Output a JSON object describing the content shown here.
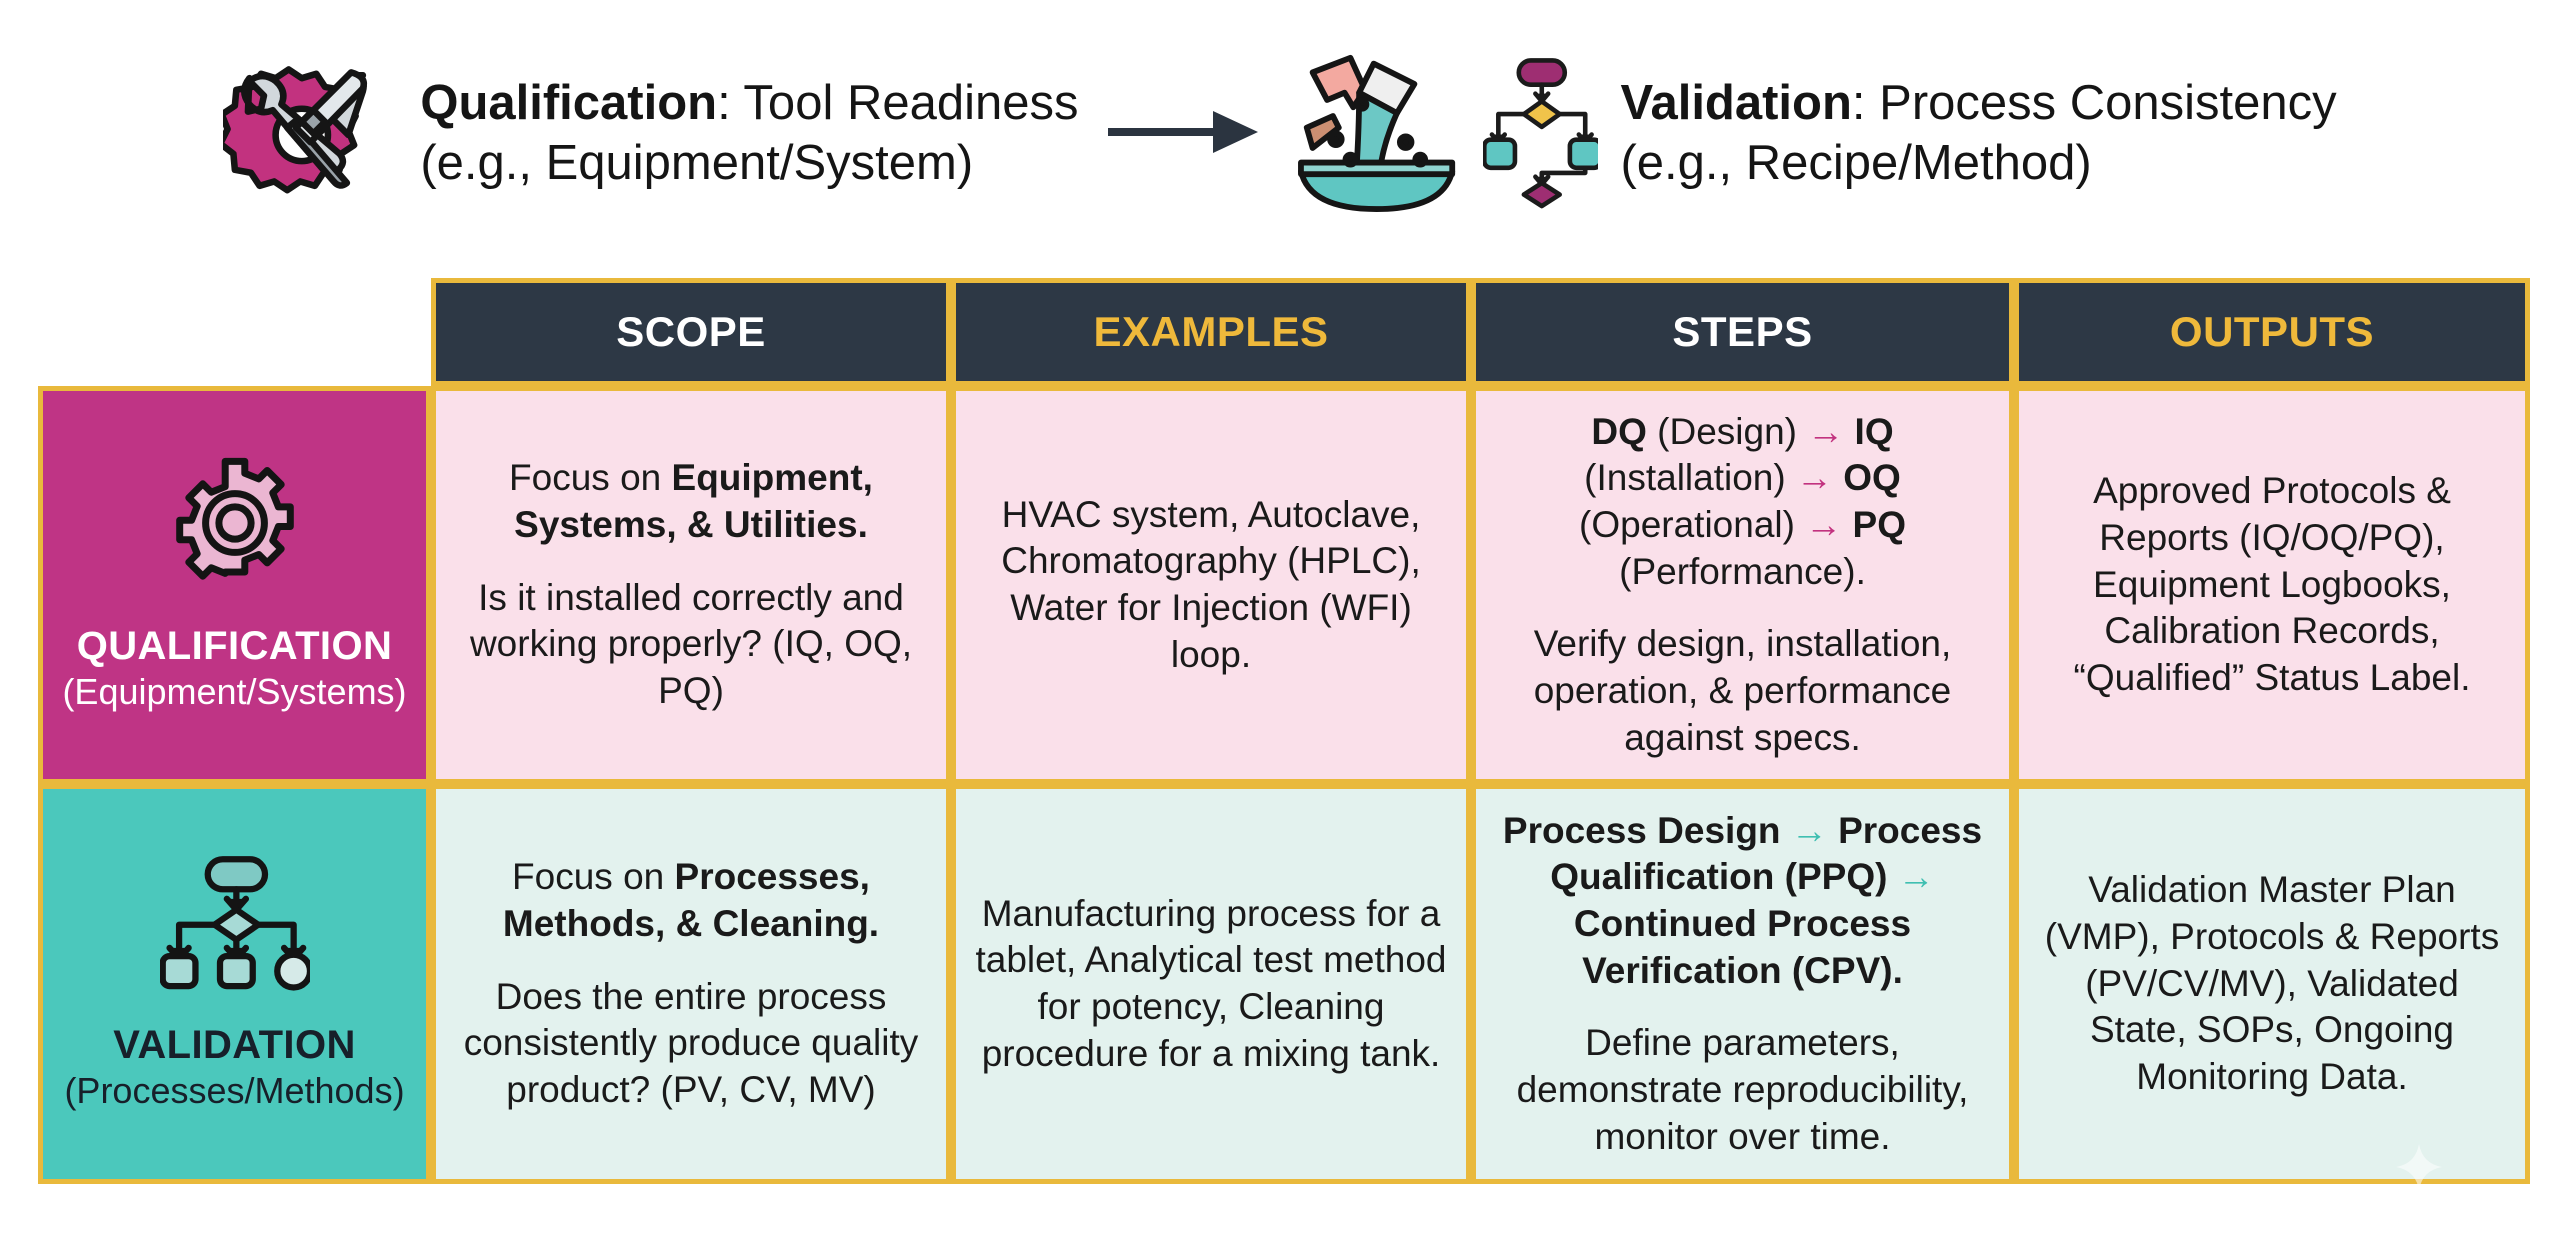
{
  "banner": {
    "left": {
      "icon": "wrench-gear-tools-icon",
      "title_strong": "Qualification",
      "title_rest": ": Tool Readiness",
      "subtitle": "(e.g., Equipment/System)"
    },
    "arrow_icon": "right-arrow-icon",
    "right": {
      "icon_mortar": "mortar-pestle-icon",
      "icon_flow": "flowchart-icon",
      "title_strong": "Validation",
      "title_rest": ": Process Consistency",
      "subtitle": "(e.g., Recipe/Method)"
    }
  },
  "colors": {
    "header_bg": "#2D3845",
    "border_gold": "#E9B93C",
    "header_white": "#FFFFFF",
    "header_gold": "#EFB93B",
    "qualification_bg": "#BF3485",
    "validation_bg": "#4BC8BC",
    "qualification_cell_bg": "#FAE0EA",
    "validation_cell_bg": "#E3F2EE",
    "arrow_pink": "#C2327F",
    "arrow_teal": "#3FBFB1"
  },
  "table": {
    "columns": [
      "SCOPE",
      "EXAMPLES",
      "STEPS",
      "OUTPUTS"
    ],
    "column_styles": [
      "white",
      "gold",
      "white",
      "gold"
    ],
    "rows": [
      {
        "label_title": "QUALIFICATION",
        "label_sub": "(Equipment/Systems)",
        "icon": "gear-icon",
        "scope": {
          "line1_plain": "Focus on ",
          "line1_bold": "Equipment, Systems, & Utilities.",
          "line2": "Is it installed correctly and working properly? (IQ, OQ, PQ)"
        },
        "examples": "HVAC system, Autoclave, Chromatography (HPLC), Water for Injection (WFI) loop.",
        "steps": {
          "seq": [
            {
              "bold": "DQ",
              "normal": " (Design)"
            },
            {
              "bold": "IQ",
              "normal": " (Installation)"
            },
            {
              "bold": "OQ",
              "normal": " (Operational)"
            },
            {
              "bold": "PQ",
              "normal": " (Performance)."
            }
          ],
          "arrow": "→",
          "note": "Verify design, installation, operation, & performance against specs."
        },
        "outputs": "Approved Protocols & Reports (IQ/OQ/PQ), Equipment Logbooks, Calibration Records, “Qualified” Status Label."
      },
      {
        "label_title": "VALIDATION",
        "label_sub": "(Processes/Methods)",
        "icon": "flowchart-icon",
        "scope": {
          "line1_plain": "Focus on ",
          "line1_bold": "Processes, Methods, & Cleaning.",
          "line2": "Does the entire process consistently produce quality product? (PV, CV, MV)"
        },
        "examples": "Manufacturing process for a tablet, Analytical test method for potency, Cleaning procedure for a mixing tank.",
        "steps": {
          "seq": [
            {
              "bold": "Process Design",
              "normal": ""
            },
            {
              "bold": "Process Qualification (PPQ)",
              "normal": ""
            },
            {
              "bold": "Continued Process Verification (CPV).",
              "normal": ""
            }
          ],
          "arrow": "→",
          "note": "Define parameters, demonstrate reproducibility, monitor over time."
        },
        "outputs": "Validation Master Plan (VMP), Protocols & Reports (PV/CV/MV), Validated State, SOPs, Ongoing Monitoring Data."
      }
    ]
  }
}
